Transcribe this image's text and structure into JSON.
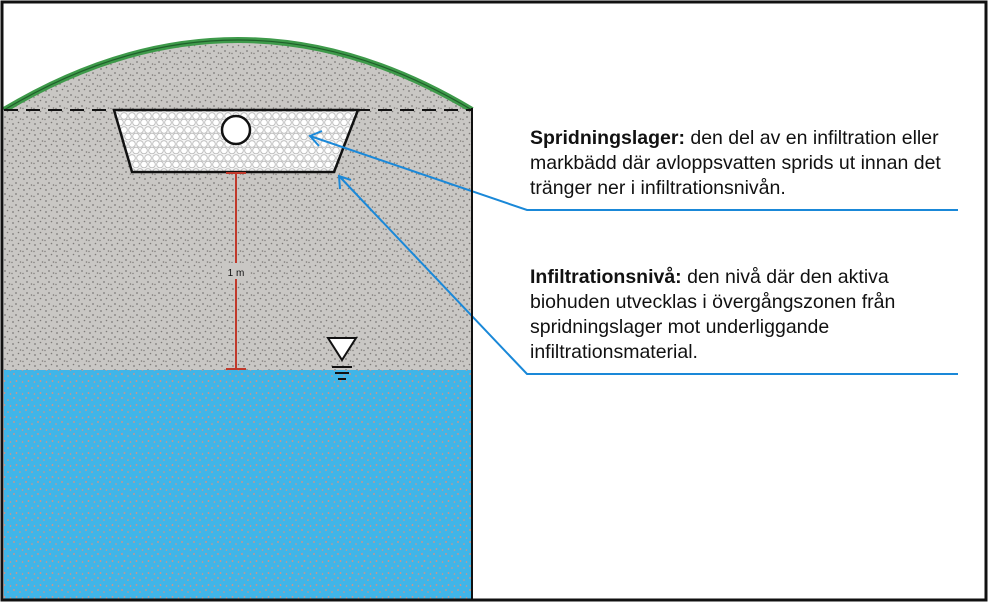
{
  "colors": {
    "soil": "#c9c7c4",
    "soil_dots": "#7d7a78",
    "water": "#40b5e8",
    "water_dots": "#e0907e",
    "grass": "#3e9a4a",
    "stone_fill": "#f3f3f3",
    "measure_line": "#c0392b",
    "leader_line": "#1a88d8",
    "frame": "#111111"
  },
  "measure": {
    "label": "1 m"
  },
  "callouts": [
    {
      "term": "Spridningslager:",
      "text": " den del av en infiltration eller markbädd där avloppsvatten sprids ut innan det tränger ner i infiltrationsnivån."
    },
    {
      "term": "Infiltrationsnivå:",
      "text": " den nivå där den aktiva biohuden utvecklas i övergångszonen från spridningslager mot underliggande infiltrationsmaterial."
    }
  ],
  "icons": [
    "water-table-symbol-icon",
    "pipe-icon"
  ]
}
